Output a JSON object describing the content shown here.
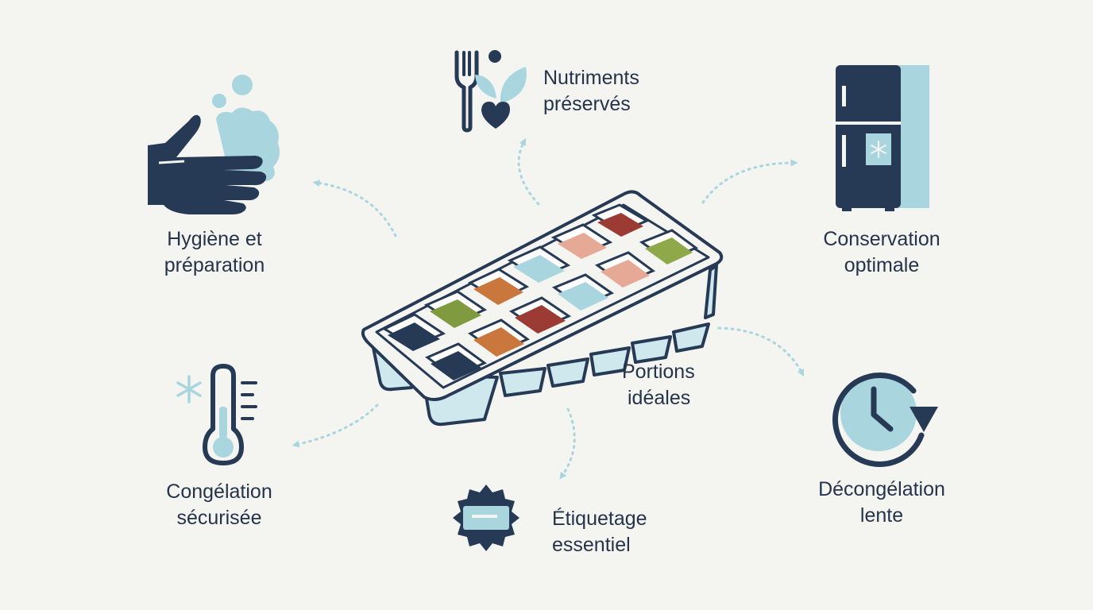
{
  "colors": {
    "navy": "#263a55",
    "light_blue": "#a8d5de",
    "pale_blue": "#cfe8ee",
    "background": "#f4f4f1",
    "text": "#25344a"
  },
  "center": {
    "icon": "ice-cube-tray-icon",
    "label_line1": "Portions",
    "label_line2": "idéales",
    "cube_colors": [
      "#9b3b34",
      "#e6a996",
      "#8fa84a",
      "#a8d5de",
      "#c9773c",
      "#7f9a3f",
      "#263a55"
    ]
  },
  "nodes": {
    "hygiene": {
      "icon": "hand-washing-icon",
      "line1": "Hygiène et",
      "line2": "préparation"
    },
    "nutrients": {
      "icon": "fork-leaf-heart-icon",
      "line1": "Nutriments",
      "line2": "préservés"
    },
    "storage": {
      "icon": "freezer-icon",
      "line1": "Conservation",
      "line2": "optimale"
    },
    "freezing": {
      "icon": "thermometer-snowflake-icon",
      "line1": "Congélation",
      "line2": "sécurisée"
    },
    "labeling": {
      "icon": "label-badge-icon",
      "line1": "Étiquetage",
      "line2": "essentiel"
    },
    "thawing": {
      "icon": "clock-icon",
      "line1": "Décongélation",
      "line2": "lente"
    }
  }
}
